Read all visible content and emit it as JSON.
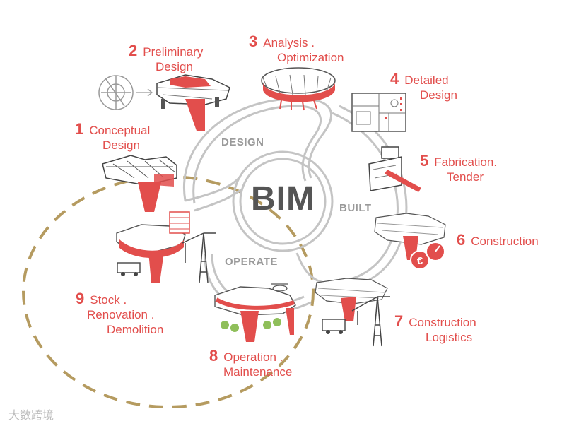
{
  "center": {
    "title": "BIM"
  },
  "phases": {
    "design": "DESIGN",
    "built": "BUILT",
    "operate": "OPERATE"
  },
  "steps": [
    {
      "num": "1",
      "lines": [
        "Conceptual",
        "Design"
      ]
    },
    {
      "num": "2",
      "lines": [
        "Preliminary",
        "Design"
      ]
    },
    {
      "num": "3",
      "lines": [
        "Analysis .",
        "Optimization"
      ]
    },
    {
      "num": "4",
      "lines": [
        "Detailed",
        "Design"
      ]
    },
    {
      "num": "5",
      "lines": [
        "Fabrication.",
        "Tender"
      ]
    },
    {
      "num": "6",
      "lines": [
        "Construction"
      ]
    },
    {
      "num": "7",
      "lines": [
        "Construction",
        "Logistics"
      ]
    },
    {
      "num": "8",
      "lines": [
        "Operation .",
        "Maintenance"
      ]
    },
    {
      "num": "9",
      "lines": [
        "Stock .",
        "Renovation .",
        "Demolition"
      ]
    }
  ],
  "watermark": "大数跨境",
  "colors": {
    "accent": "#e24e4c",
    "cycle": "#bdbdbd",
    "dashed": "#b59b60",
    "text": "#555555"
  },
  "icons": [
    "building-model-icon",
    "gear-sketch-icon",
    "floorplan-icon",
    "machine-icon",
    "crane-icon",
    "euro-coin-icon",
    "truck-icon",
    "drone-icon",
    "tree-icon"
  ]
}
